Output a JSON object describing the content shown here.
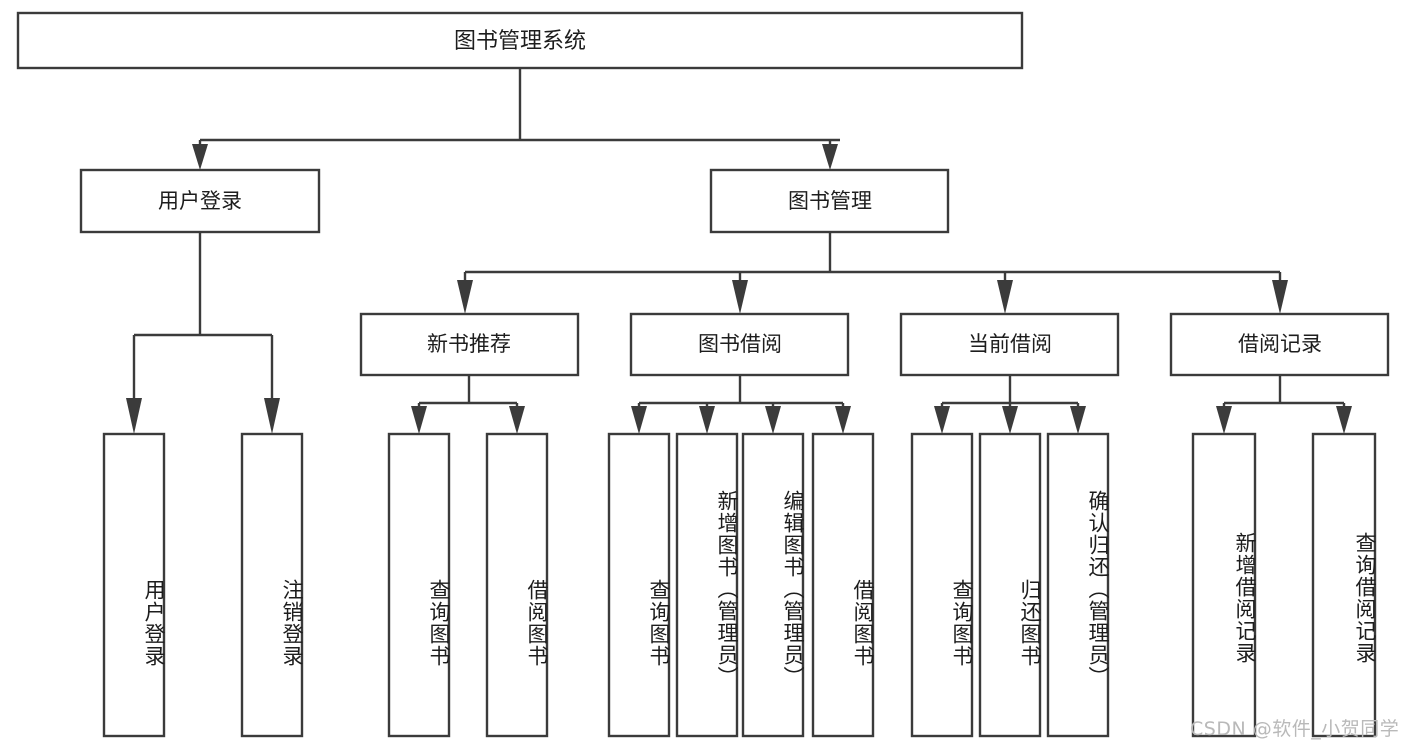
{
  "diagram": {
    "type": "tree-hierarchy",
    "title": "图书管理系统",
    "orientation": "top-down",
    "colors": {
      "stroke": "#3b3b3b",
      "fill": "#ffffff",
      "text": "#1d1d1d",
      "background": "#ffffff",
      "watermark": "#b9b9b9"
    },
    "root": {
      "label": "图书管理系统"
    },
    "level2": [
      {
        "label": "用户登录"
      },
      {
        "label": "图书管理"
      }
    ],
    "level3": [
      {
        "label": "新书推荐"
      },
      {
        "label": "图书借阅"
      },
      {
        "label": "当前借阅"
      },
      {
        "label": "借阅记录"
      }
    ],
    "leaves": {
      "user_login": [
        {
          "label": "用户登录"
        },
        {
          "label": "注销登录"
        }
      ],
      "new_book_recommend": [
        {
          "label": "查询图书"
        },
        {
          "label": "借阅图书"
        }
      ],
      "book_borrow": [
        {
          "label": "查询图书"
        },
        {
          "label": "新增图书（管理员）"
        },
        {
          "label": "编辑图书（管理员）"
        },
        {
          "label": "借阅图书"
        }
      ],
      "current_borrow": [
        {
          "label": "查询图书"
        },
        {
          "label": "归还图书"
        },
        {
          "label": "确认归还（管理员）"
        }
      ],
      "borrow_record": [
        {
          "label": "新增借阅记录"
        },
        {
          "label": "查询借阅记录"
        }
      ]
    }
  },
  "watermark": {
    "text": "CSDN @软件_小贺同学"
  }
}
